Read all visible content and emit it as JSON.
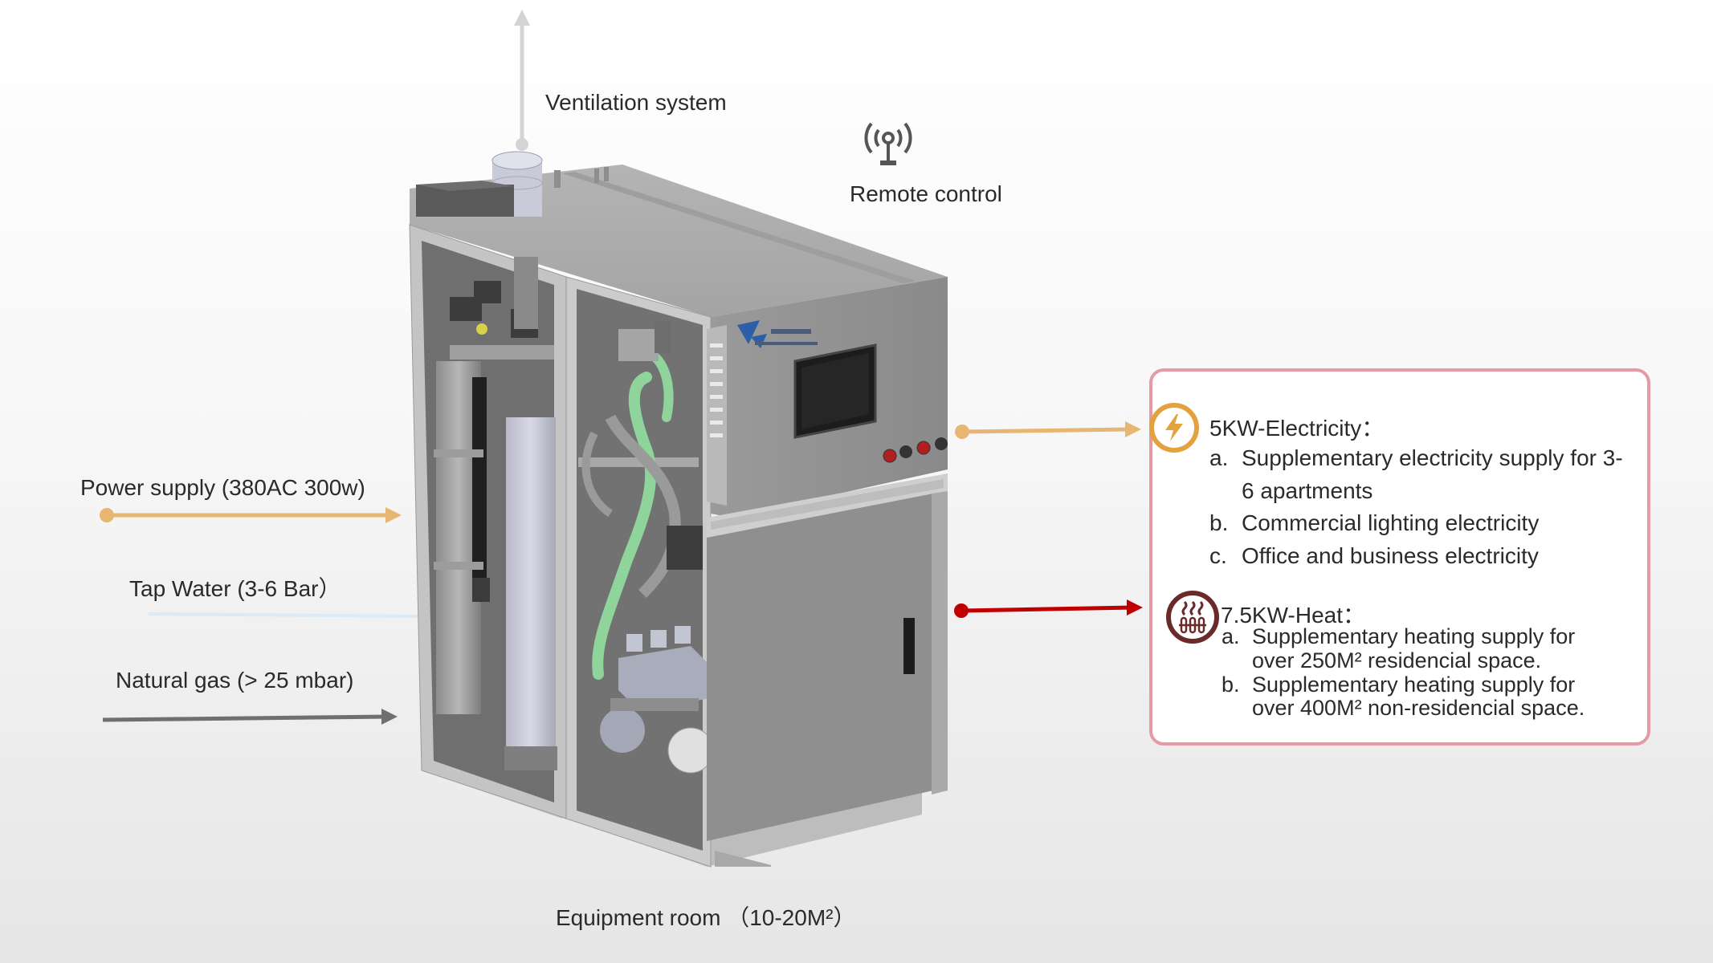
{
  "labels": {
    "ventilation": "Ventilation system",
    "remote": "Remote control",
    "power": "Power supply (380AC 300w)",
    "tap_water": "Tap Water (3-6 Bar）",
    "gas": "Natural gas (> 25 mbar)",
    "room": "Equipment room （10-20M²）"
  },
  "electricity": {
    "title": "5KW-Electricity：",
    "items": [
      {
        "marker": "a.",
        "line1": "Supplementary electricity supply for 3-",
        "line2": "6 apartments"
      },
      {
        "marker": "b.",
        "line1": "Commercial lighting electricity"
      },
      {
        "marker": "c.",
        "line1": "Office and business electricity"
      }
    ]
  },
  "heat": {
    "title": "7.5KW-Heat：",
    "items": [
      {
        "marker": "a.",
        "line1": "Supplementary heating supply for",
        "line2": "over 250M² residencial space."
      },
      {
        "marker": "b.",
        "line1": "Supplementary heating supply for",
        "line2": "over 400M² non-residencial space."
      }
    ]
  },
  "icons": [
    "antenna-icon",
    "lightning-icon",
    "heater-icon"
  ],
  "colors": {
    "power_arrow": "#e8b673",
    "heat_arrow": "#c00000",
    "gas_arrow": "#6f6f6f",
    "water_arrow": "#dbeaf5",
    "vent_arrow": "#d4d4d4",
    "box_border": "#e59aa6",
    "electricity_icon": "#e3a23e",
    "heat_icon": "#6b2a2a"
  }
}
